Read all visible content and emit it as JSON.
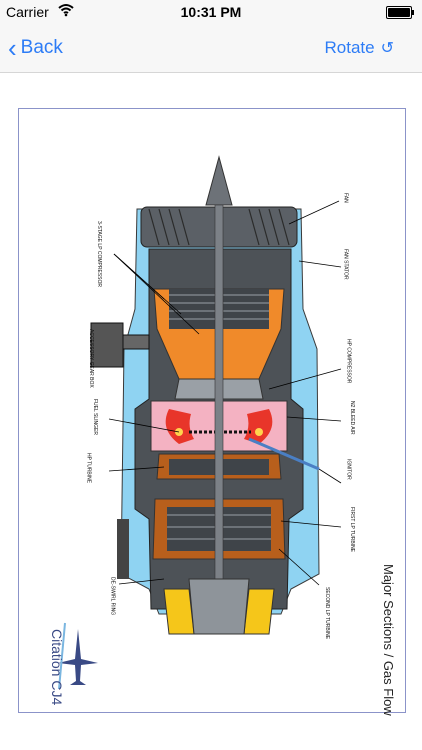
{
  "status_bar": {
    "carrier": "Carrier",
    "time": "10:31 PM"
  },
  "nav": {
    "back_label": "Back",
    "rotate_label": "Rotate",
    "rotate_icon": "rotate-icon",
    "back_icon": "chevron-left-icon"
  },
  "diagram": {
    "title": "Major Sections / Gas Flow",
    "logo_text": "Citation CJ4",
    "labels": {
      "fan": "FAN",
      "fan_stator": "FAN STATOR",
      "lp_compressor": "3-STAGE LP COMPRESSOR",
      "accessory_gear_box": "ACCESSORY GEAR BOX",
      "hp_compressor": "HP COMPRESSOR",
      "fuel_slinger": "FUEL SLINGER",
      "n2_bleed_air": "N2 BLEED AIR",
      "hp_turbine": "HP TURBINE",
      "ignitor": "IGNITOR",
      "first_lp_turbine": "FIRST LP TURBINE",
      "second_lp_turbine": "SECOND LP TURBINE",
      "de_swirl_ring": "DE-SWIRL RING"
    },
    "colors": {
      "bypass_duct": "#8fd3f2",
      "casing": "#555a60",
      "compressor_orange": "#f08a2a",
      "combustor_pink": "#f4b2c2",
      "flame_red": "#e8352a",
      "turbine_brown": "#b85f1c",
      "exhaust_yellow": "#f5c61a",
      "frame_border": "#8b93c9"
    }
  }
}
